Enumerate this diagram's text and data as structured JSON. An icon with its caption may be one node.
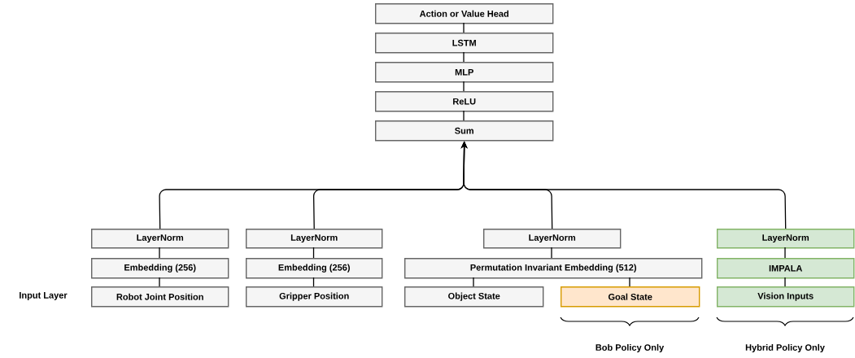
{
  "diagram": {
    "nodes": [
      {
        "text": [
          "Action or Value Head"
        ]
      },
      {
        "text": [
          "LSTM"
        ]
      },
      {
        "text": [
          "MLP"
        ]
      },
      {
        "text": [
          "ReLU"
        ]
      },
      {
        "text": [
          "Sum"
        ]
      },
      {
        "text": [
          "LayerNorm"
        ]
      },
      {
        "text": [
          "Embedding (256)"
        ]
      },
      {
        "text": [
          "Robot Joint Position"
        ]
      },
      {
        "text": [
          "LayerNorm"
        ]
      },
      {
        "text": [
          "Embedding (256)"
        ]
      },
      {
        "text": [
          "Gripper Position"
        ]
      },
      {
        "text": [
          "LayerNorm"
        ]
      },
      {
        "text": [
          "Permutation Invariant Embedding (512)"
        ]
      },
      {
        "text": [
          "Object State"
        ]
      },
      {
        "text": [
          "Goal State"
        ]
      },
      {
        "text": [
          "LayerNorm"
        ]
      },
      {
        "text": [
          "IMPALA"
        ]
      },
      {
        "text": [
          "Vision Inputs"
        ]
      }
    ],
    "edges": [
      {
        "from": 1,
        "to": 0,
        "arrow": "none"
      },
      {
        "from": 2,
        "to": 1,
        "arrow": "none"
      },
      {
        "from": 3,
        "to": 2,
        "arrow": "none"
      },
      {
        "from": 4,
        "to": 3,
        "arrow": "none"
      },
      {
        "from": 5,
        "to": 4,
        "arrow": "to"
      },
      {
        "from": 8,
        "to": 4,
        "arrow": "to"
      },
      {
        "from": 11,
        "to": 4,
        "arrow": "to"
      },
      {
        "from": 15,
        "to": 4,
        "arrow": "to"
      },
      {
        "from": 6,
        "to": 5,
        "arrow": "none"
      },
      {
        "from": 7,
        "to": 6,
        "arrow": "none"
      },
      {
        "from": 9,
        "to": 8,
        "arrow": "none"
      },
      {
        "from": 10,
        "to": 9,
        "arrow": "none"
      },
      {
        "from": 12,
        "to": 11,
        "arrow": "none"
      },
      {
        "from": 13,
        "to": 12,
        "arrow": "none"
      },
      {
        "from": 14,
        "to": 12,
        "arrow": "none"
      },
      {
        "from": 16,
        "to": 15,
        "arrow": "none"
      },
      {
        "from": 17,
        "to": 16,
        "arrow": "none"
      }
    ],
    "labels": [
      "Input Layer",
      "Bob Policy Only",
      "Hybrid Policy Only"
    ]
  }
}
